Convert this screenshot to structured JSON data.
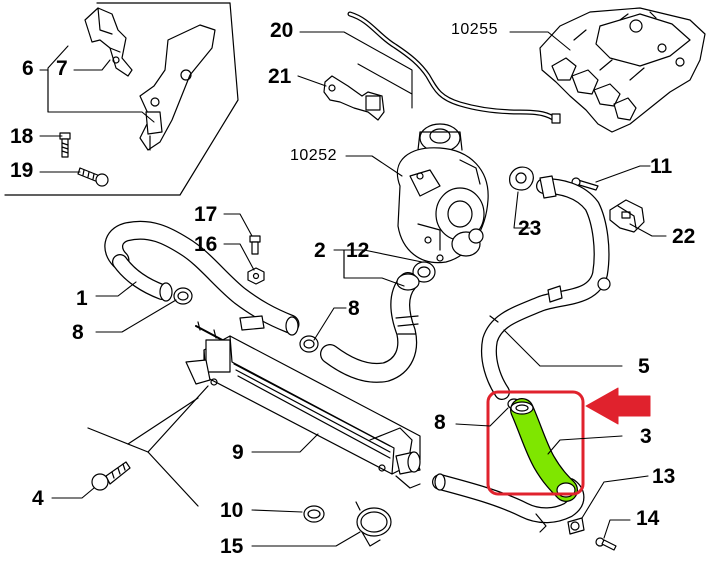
{
  "diagram": {
    "highlight_color": "#e0222d",
    "hose_color": "#7fe600",
    "labels": {
      "l20": "20",
      "l10255": "10255",
      "l6": "6",
      "l7": "7",
      "l21": "21",
      "l18": "18",
      "l19": "19",
      "l10252": "10252",
      "l11": "11",
      "l23": "23",
      "l22": "22",
      "l17": "17",
      "l16": "16",
      "l2": "2",
      "l12": "12",
      "l1": "1",
      "l8a": "8",
      "l8b": "8",
      "l5": "5",
      "l8c": "8",
      "l3": "3",
      "l9": "9",
      "l13": "13",
      "l14": "14",
      "l4": "4",
      "l10": "10",
      "l15": "15"
    },
    "icons": {
      "arrow": "arrow-left-icon"
    }
  }
}
